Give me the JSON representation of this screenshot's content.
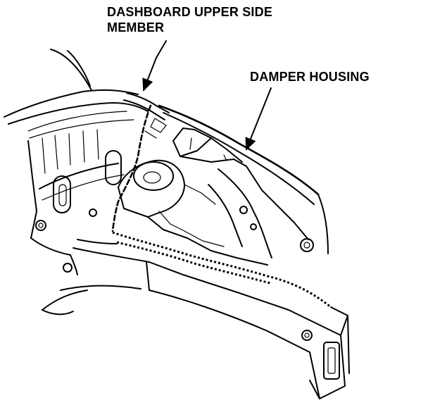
{
  "labels": {
    "upper_line1": "DASHBOARD UPPER SIDE",
    "upper_line2": "MEMBER",
    "damper": "DAMPER HOUSING"
  }
}
